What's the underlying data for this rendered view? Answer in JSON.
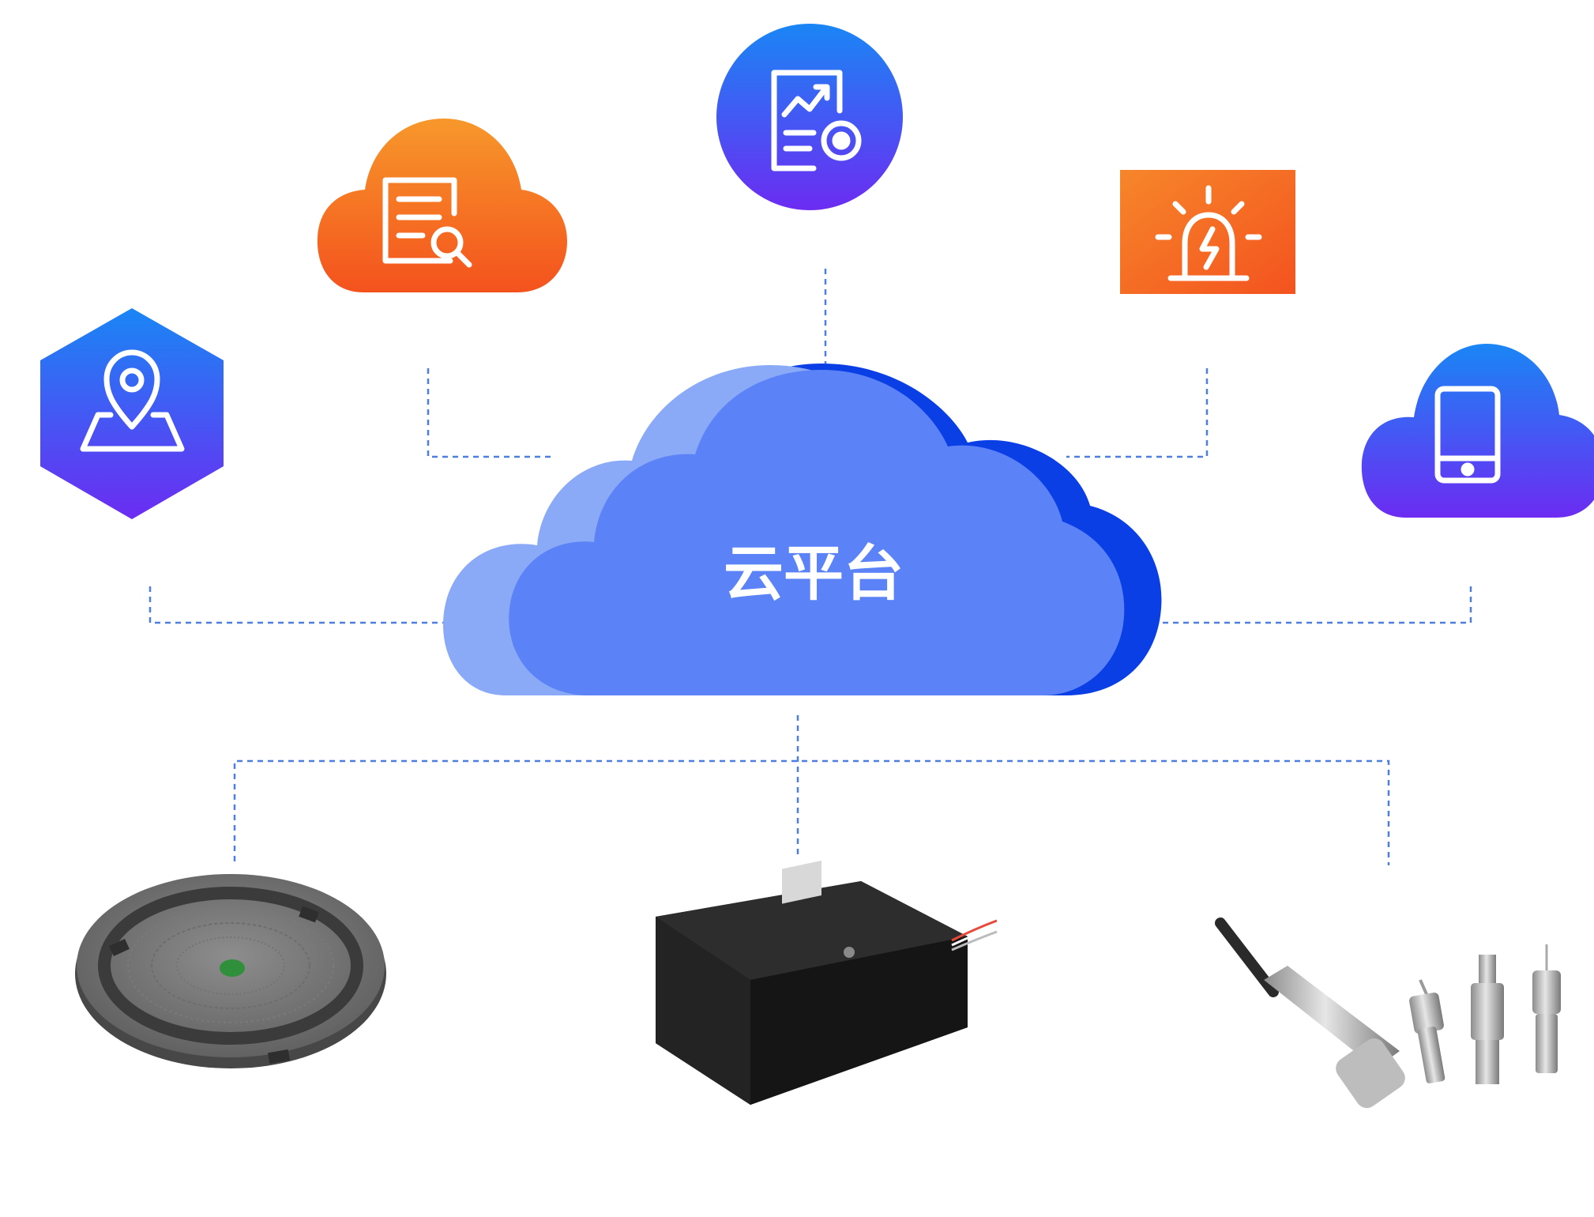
{
  "cloud": {
    "label": "云平台"
  },
  "icons": [
    {
      "name": "map-location-icon",
      "shape": "hexagon"
    },
    {
      "name": "document-search-icon",
      "shape": "cloud"
    },
    {
      "name": "report-settings-icon",
      "shape": "circle"
    },
    {
      "name": "alarm-light-icon",
      "shape": "square"
    },
    {
      "name": "mobile-phone-icon",
      "shape": "cloud"
    }
  ],
  "devices": [
    {
      "name": "manhole-cover-sensor"
    },
    {
      "name": "black-enclosure-monitor"
    },
    {
      "name": "pressure-level-sensors"
    }
  ],
  "colors": {
    "blue_gradient_start": "#1d7cf5",
    "blue_gradient_end": "#6a2cf0",
    "orange_start": "#f7962a",
    "orange_end": "#f5571e",
    "cloud_back": "#0a3fe6",
    "cloud_left": "#8aa9f7",
    "cloud_front": "#5b83f7",
    "connector": "#4d7fe0"
  }
}
